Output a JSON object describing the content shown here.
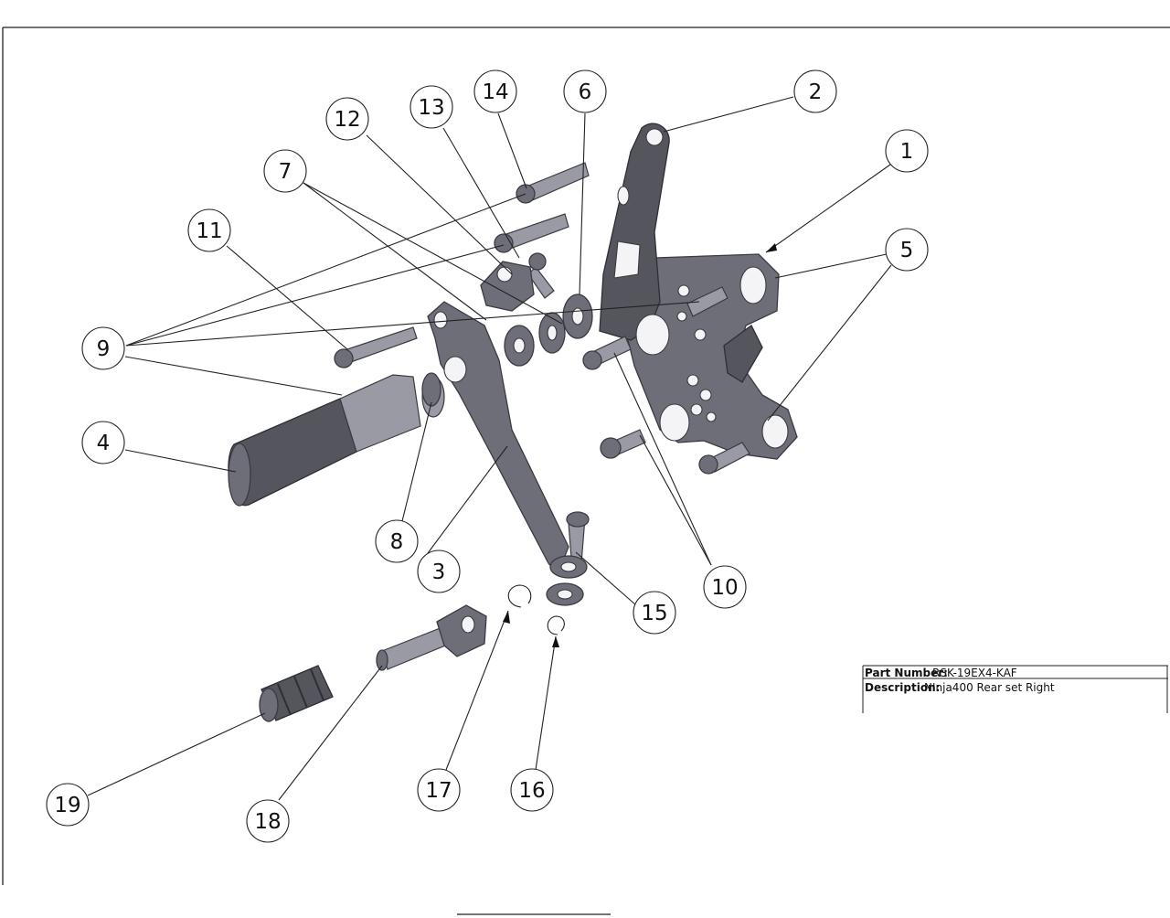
{
  "callouts": [
    "1",
    "2",
    "3",
    "4",
    "5",
    "6",
    "7",
    "8",
    "9",
    "10",
    "11",
    "12",
    "13",
    "14",
    "15",
    "16",
    "17",
    "18",
    "19"
  ],
  "title_block": {
    "part_number_label": "Part Number:",
    "part_number_value": "RSK-19EX4-KAF",
    "description_label": "Description:",
    "description_value": "NInja400 Rear set Right"
  }
}
